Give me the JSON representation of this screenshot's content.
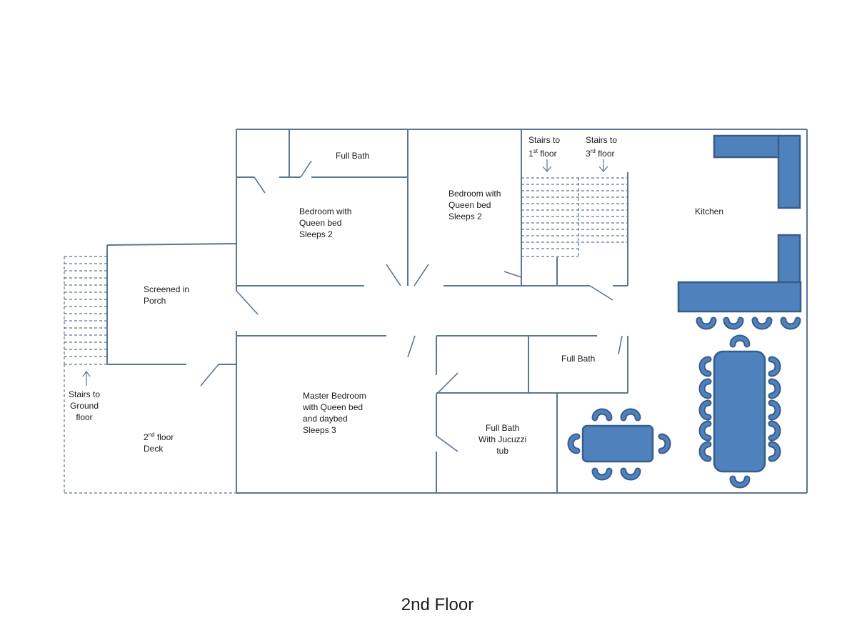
{
  "title": "2nd Floor",
  "colors": {
    "walls": "#5c7591",
    "furniture": "#4f81bd",
    "furniture_outline": "#385d8a"
  },
  "rooms": {
    "full_bath_top": "Full Bath",
    "bedroom_1": [
      "Bedroom with",
      "Queen bed",
      "Sleeps 2"
    ],
    "bedroom_2": [
      "Bedroom with",
      "Queen bed",
      "Sleeps 2"
    ],
    "stairs_first": {
      "line1": "Stairs to",
      "ord_num": "1",
      "ord_sup": "st",
      "ord_rest": " floor"
    },
    "stairs_third": {
      "line1": "Stairs to",
      "ord_num": "3",
      "ord_sup": "rd",
      "ord_rest": " floor"
    },
    "kitchen": "Kitchen",
    "porch": [
      "Screened in",
      "Porch"
    ],
    "stairs_ground": [
      "Stairs to",
      "Ground",
      "floor"
    ],
    "deck": {
      "ord_num": "2",
      "ord_sup": "nd",
      "ord_rest": " floor",
      "line2": "Deck"
    },
    "master": [
      "Master Bedroom",
      "with Queen bed",
      "and daybed",
      "Sleeps 3"
    ],
    "full_bath_mid": "Full Bath",
    "jacuzzi_bath": [
      "Full Bath",
      "With Jucuzzi",
      "tub"
    ]
  }
}
